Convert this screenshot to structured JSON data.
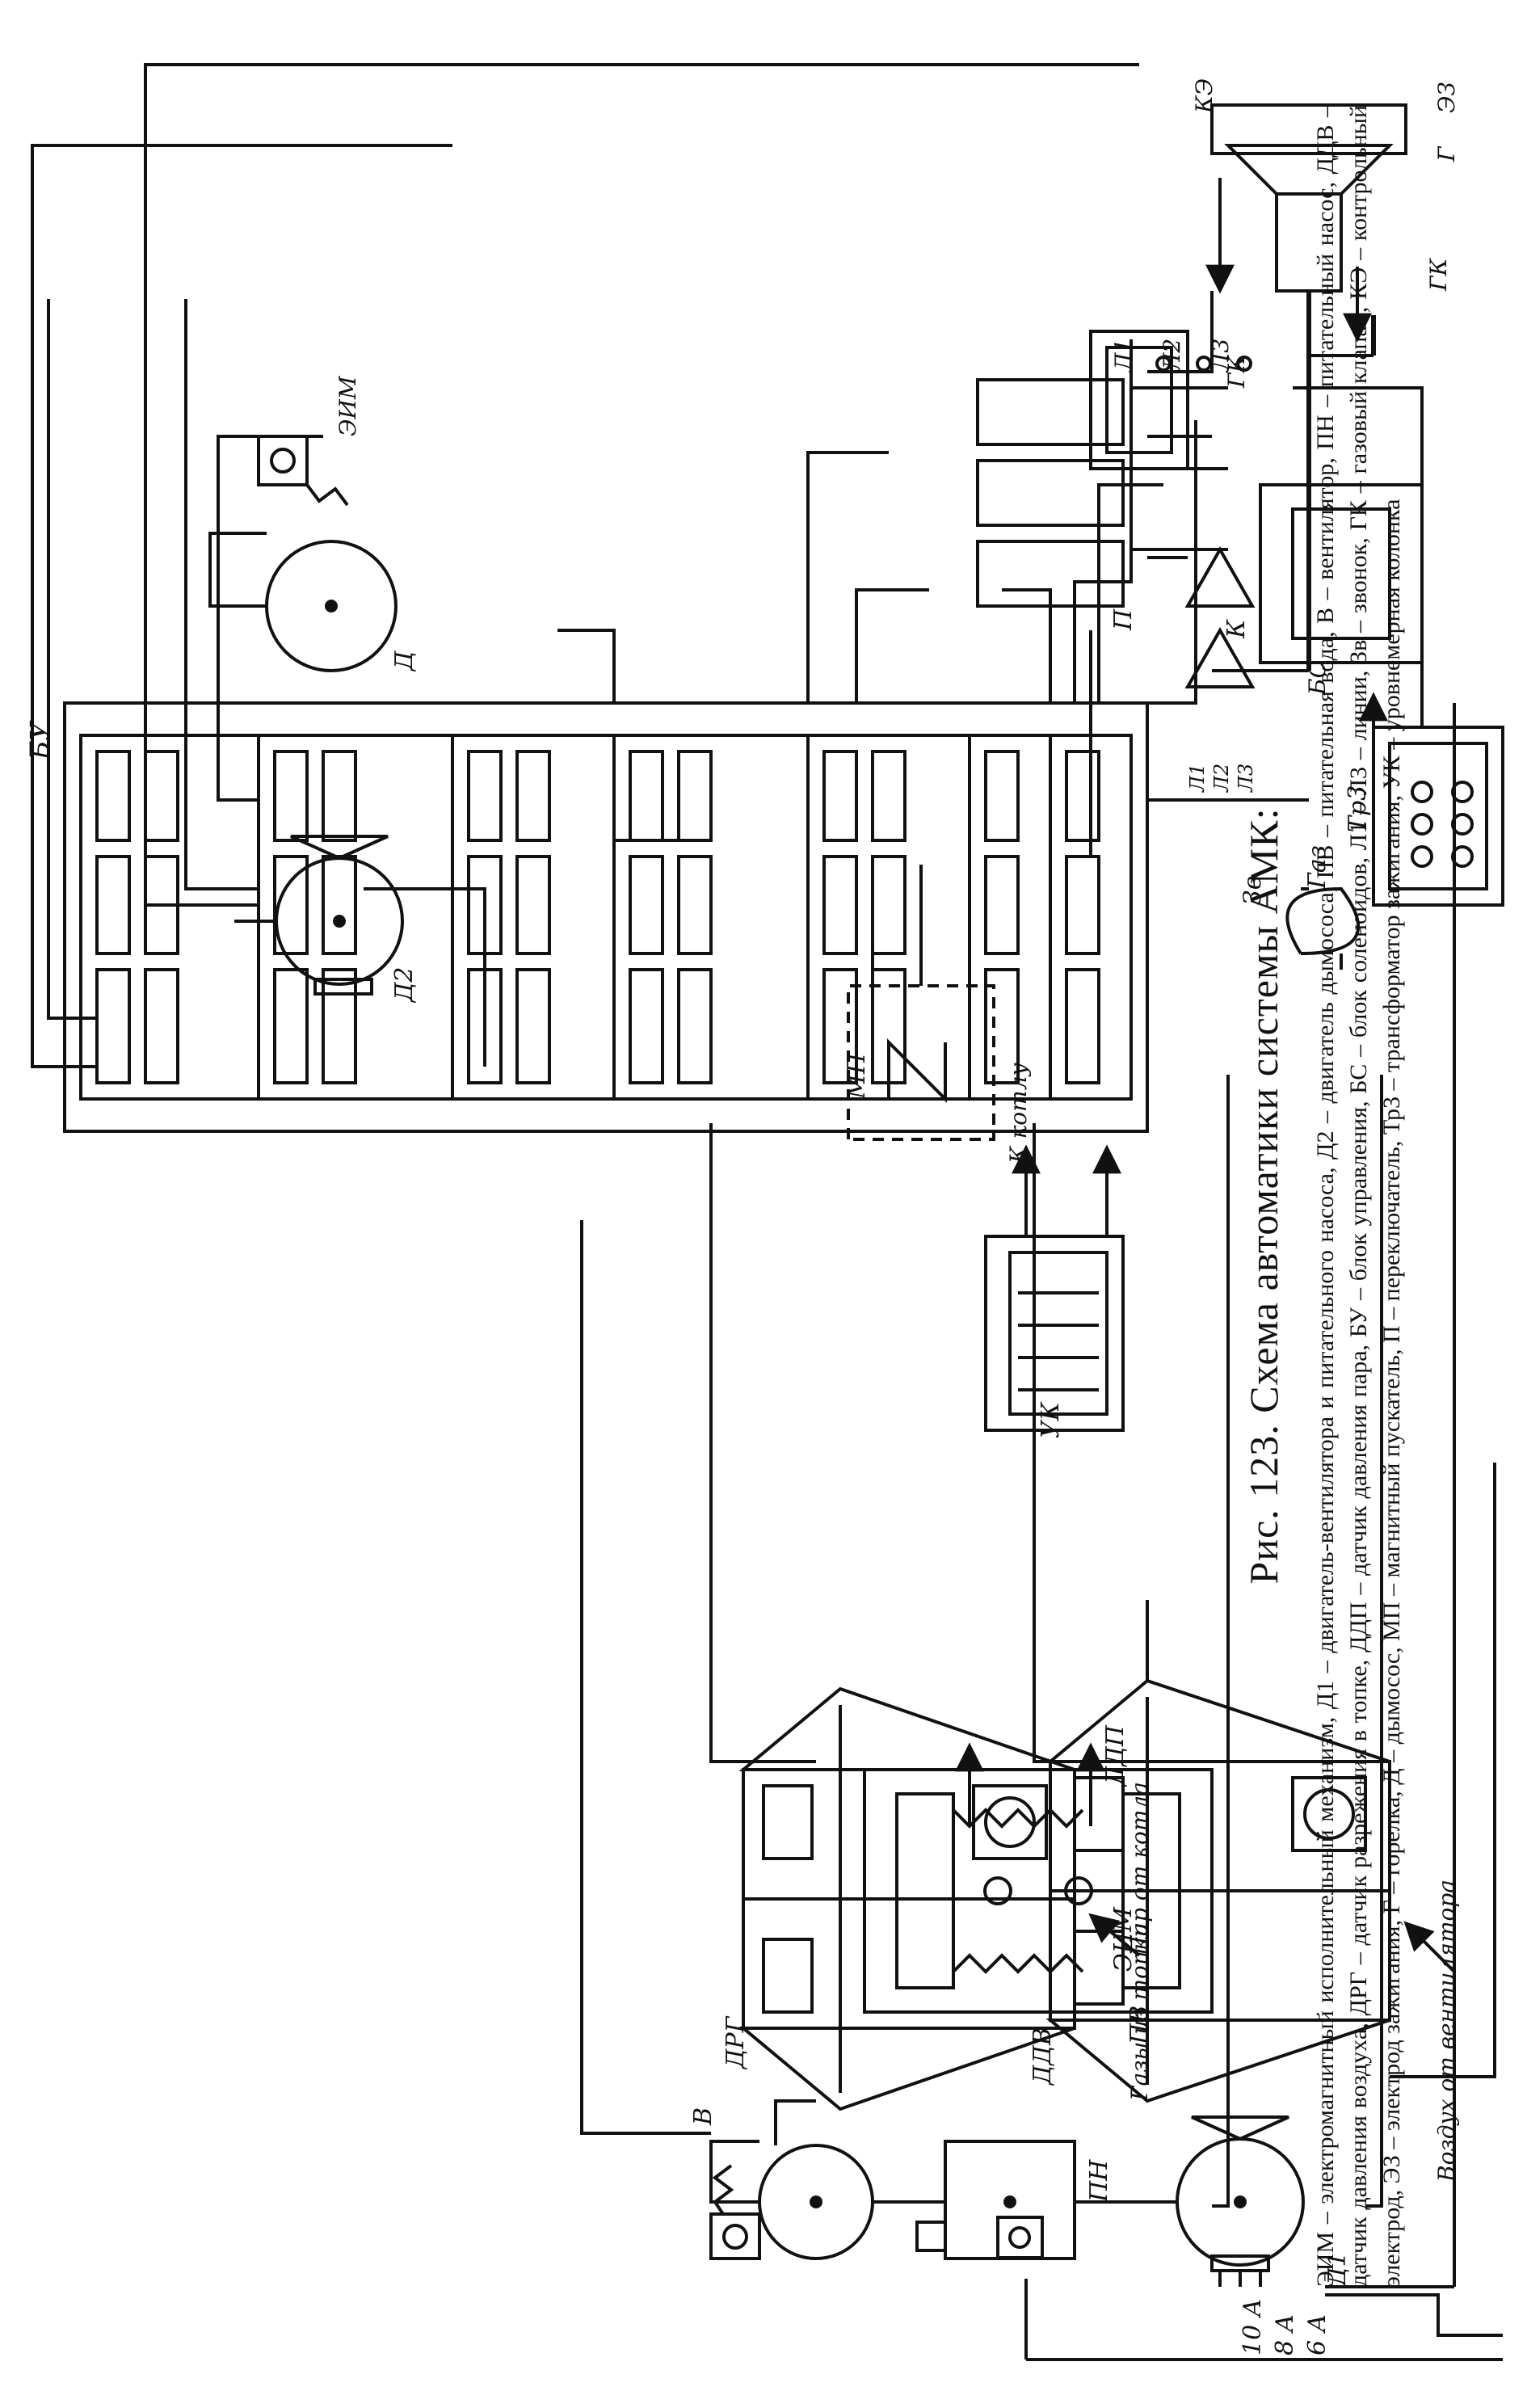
{
  "figure": {
    "title": "Рис. 123. Схема автоматики системы АМК:",
    "legend_text": "ЭИМ – электромагнитный исполнительный механизм, Д1 – двигатель-вентилятора и питательного насоса, Д2 – двигатель дымососа, ПВ – питательная вода, В – вентилятор, ПН – питательный насос, ДДВ – датчик давления воздуха, ДРГ – датчик разрежения в топке, ДДП – датчик давления пара, БУ – блок управления, БС – блок соленоидов, Л1 – Л3 – линии, Зв – звонок, ГК – газовый клапан, КЭ – контрольный электрод, ЭЗ – электрод зажигания, Г – горелка, Д – дымосос, МП – магнитный пускатель, П – переключатель, Тр3 – трансформатор зажигания, УК – уровнемерная колонка"
  },
  "labels": {
    "current_10a": "10 А",
    "current_8a": "8 А",
    "current_6a": "6 А",
    "motor_d1": "Д1",
    "pump_pn": "ПН",
    "feedwater_pv": "ПВ",
    "eim_fan": "ЭИМ",
    "fan_v": "В",
    "sensor_ddv": "ДДВ",
    "air_from_fan": "Воздух от вентилятора",
    "sensor_drg": "ДРГ",
    "gases_from_furnace": "Газы из топки",
    "sensor_ddp": "ДДП",
    "steam_from_boiler": "Пар от котла",
    "control_unit_bu": "БУ",
    "bell_zv": "Зв",
    "level_column_uk": "УК",
    "to_boiler": "К котлу",
    "starter_mp": "МП",
    "switch_p": "П",
    "switch_k": "К",
    "line_l1": "Л1",
    "line_l2": "Л2",
    "line_l3": "Л3",
    "transformer_tr3": "Тр3",
    "motor_d2": "Д2",
    "exhauster_d": "Д",
    "eim_exhauster": "ЭИМ",
    "gas_inlet": "Газ",
    "solenoid_block_bs": "БС",
    "gas_valve_gk_1": "ГК",
    "gas_valve_gk_2": "ГК",
    "electrode_ke": "КЭ",
    "electrode_ez": "ЭЗ",
    "burner_g": "Г",
    "bu_line_l1": "Л1",
    "bu_line_l2": "Л2",
    "bu_line_l3": "Л3"
  }
}
